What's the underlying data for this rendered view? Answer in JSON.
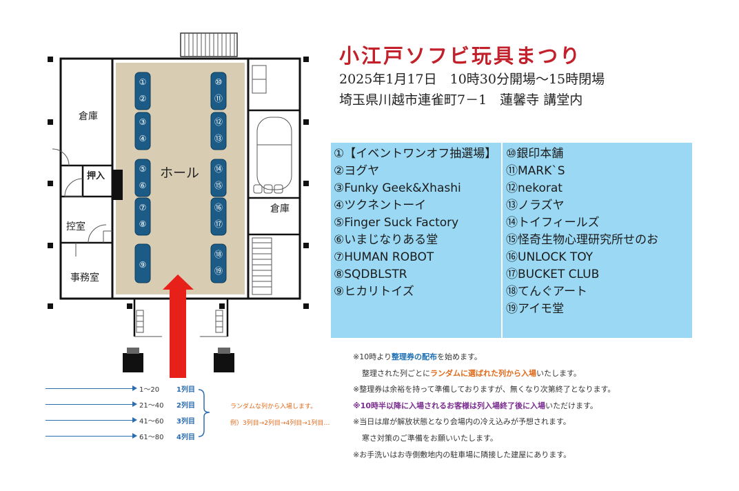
{
  "header": {
    "title": "小江戸ソフビ玩具まつり",
    "date_time": "2025年1月17日　10時30分開場～15時閉場",
    "location": "埼玉県川越市連雀町7－1　蓮馨寺 講堂内"
  },
  "floor_plan": {
    "rooms": {
      "storage_left": "倉庫",
      "closet": "押入",
      "waiting_room": "控室",
      "office": "事務室",
      "hall": "ホール",
      "storage_right": "倉庫"
    },
    "table_numbers_left": [
      "①",
      "②",
      "③",
      "④",
      "⑤",
      "⑥",
      "⑦",
      "⑧",
      "⑨"
    ],
    "table_numbers_right": [
      "⑩",
      "⑪",
      "⑫",
      "⑬",
      "⑭",
      "⑮",
      "⑯",
      "⑰",
      "⑱",
      "⑲"
    ],
    "colors": {
      "hall_floor": "#d8cdb3",
      "table": "#1b5b86",
      "entrance_arrow": "#e8201a",
      "wall": "#111111"
    }
  },
  "vendors_left": [
    "①【イベントワンオフ抽選場】",
    "②ヨグヤ",
    "③Funky Geek&Xhashi",
    "④ツクネントーイ",
    "⑤Finger Suck Factory",
    "⑥いまじなりある堂",
    "⑦HUMAN ROBOT",
    "⑧SQDBLSTR",
    "⑨ヒカリトイズ"
  ],
  "vendors_right": [
    "⑩銀印本舗",
    "⑪MARK`S",
    "⑫nekorat",
    "⑬ノラズヤ",
    "⑭トイフィールズ",
    "⑮怪奇生物心理研究所せのお",
    "⑯UNLOCK TOY",
    "⑰BUCKET CLUB",
    "⑱てんぐアート",
    "⑲アイモ堂"
  ],
  "queue": {
    "rows": [
      {
        "range": "1～20",
        "label": "1列目"
      },
      {
        "range": "21～40",
        "label": "2列目"
      },
      {
        "range": "41～60",
        "label": "3列目"
      },
      {
        "range": "61～80",
        "label": "4列目"
      }
    ],
    "note1": "ランダムな列から入場します。",
    "note2": "例）3列目→2列目→4列目→1列目…"
  },
  "notes": {
    "n1_prefix": "※10時より",
    "n1_highlight": "整理券の配布",
    "n1_suffix": "を始めます。",
    "n2_prefix": "整理された列ごとに",
    "n2_highlight": "ランダムに選ばれた列から入場",
    "n2_suffix": "いたします。",
    "n3": "※整理券は余裕を持って準備しておりますが、無くなり次第終了となります。",
    "n4_highlight1": "※10時半以降に入場されるお客様は列入場終了後に入場",
    "n4_suffix": "いただけます。",
    "n5": "※当日は扉が解放状態となり会場内の冷え込みが予想されます。",
    "n6": "寒さ対策のご準備をお願いいたします。",
    "n7": "※お手洗いはお寺側敷地内の駐車場に隣接した建屋にあります。"
  }
}
